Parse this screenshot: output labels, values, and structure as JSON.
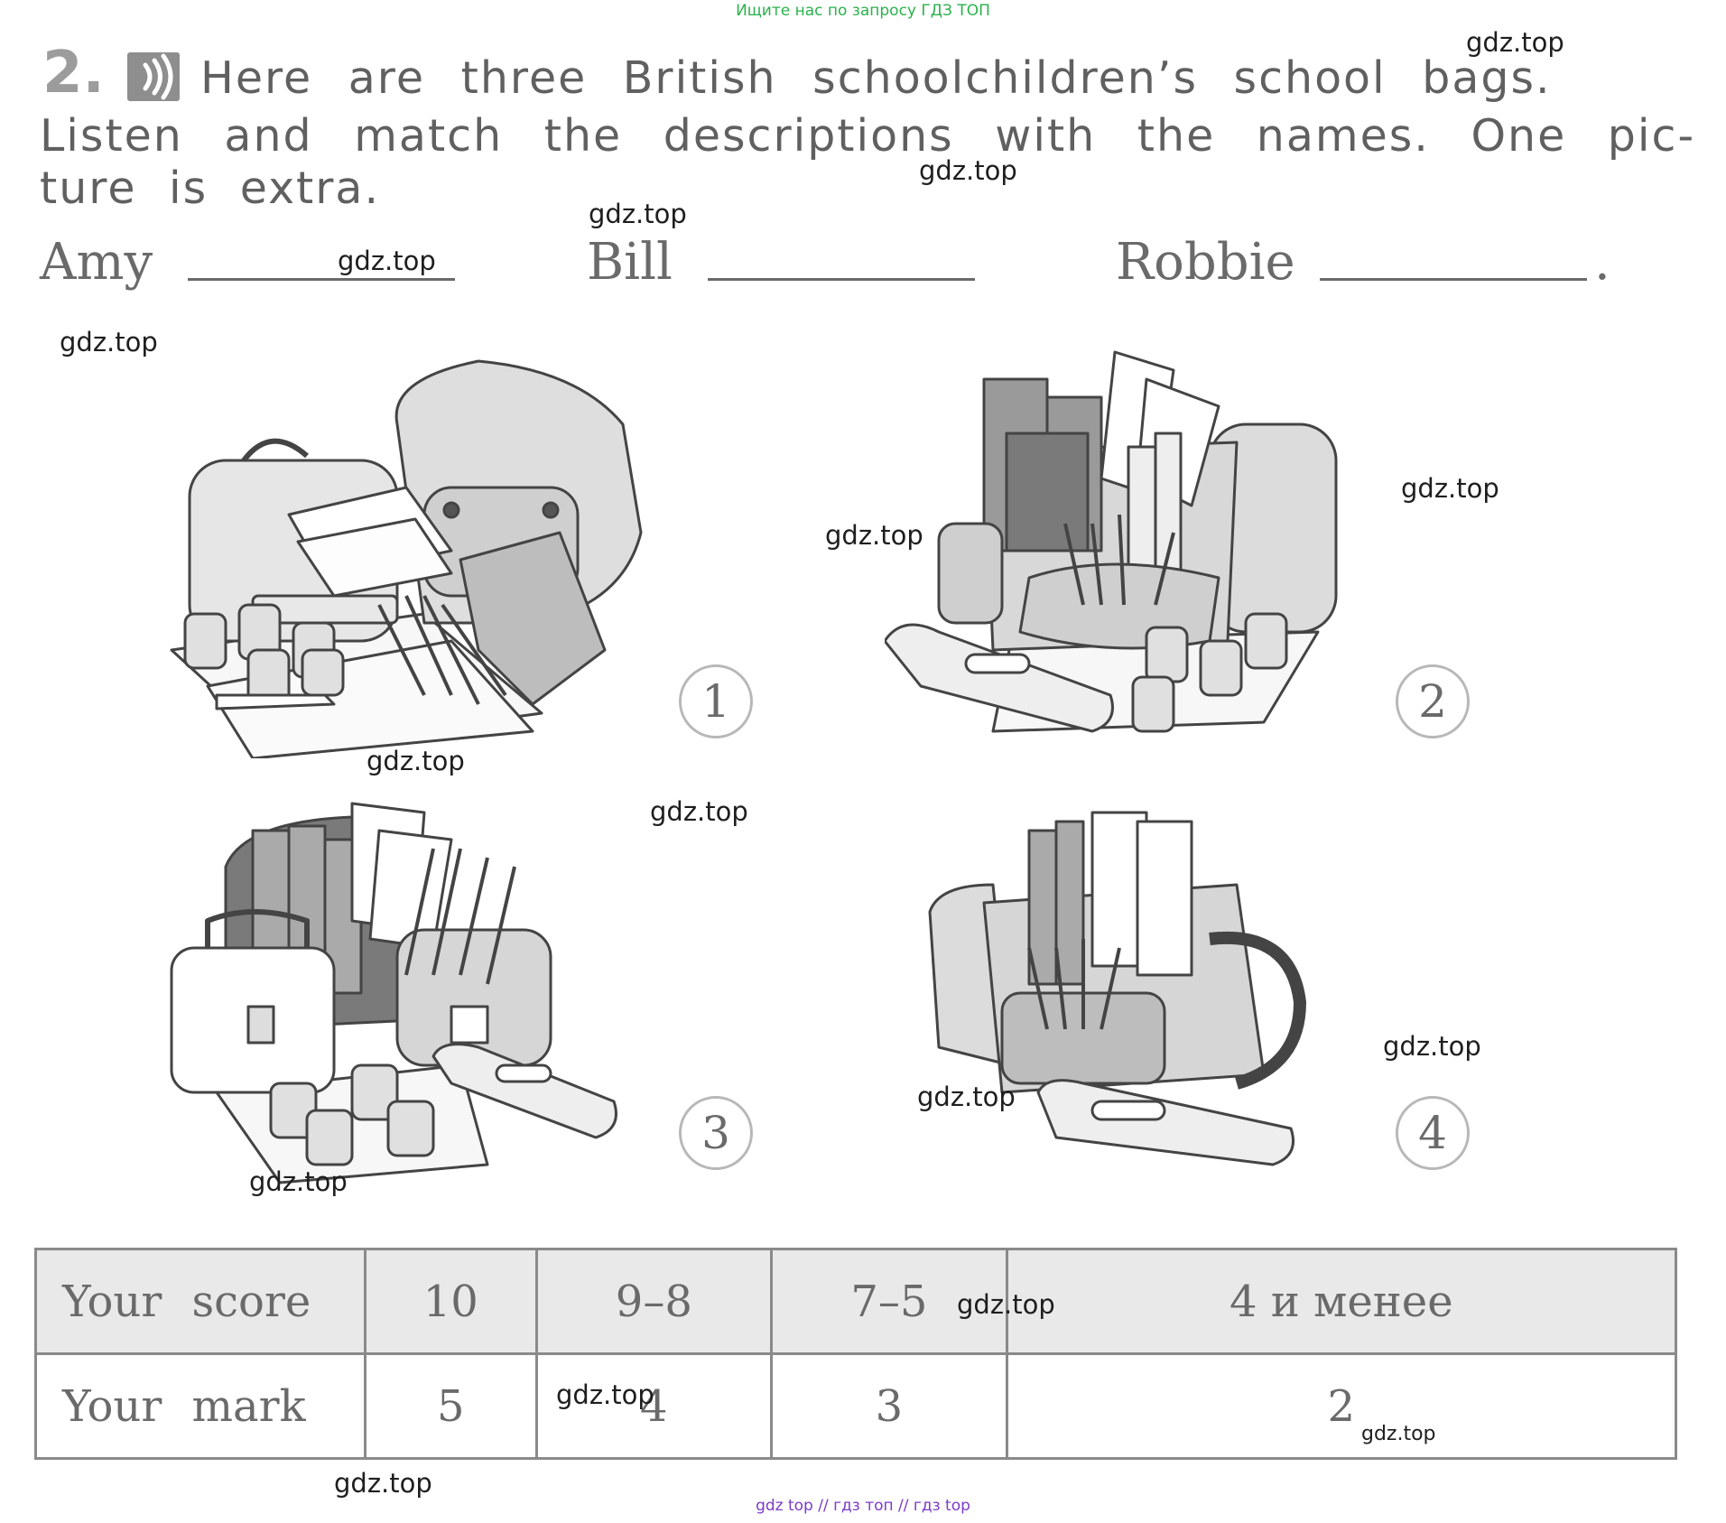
{
  "banners": {
    "top": "Ищите нас по запросу ГДЗ ТОП",
    "bottom": "gdz top  //  гдз топ  //  гдз top"
  },
  "exercise": {
    "number": "2.",
    "audio_icon": "audio-icon",
    "instruction_lines": [
      "Here are three British schoolchildren’s school bags.",
      "Listen and match the descriptions with the names. One pic-",
      "ture is extra."
    ]
  },
  "names": [
    {
      "label": "Amy",
      "answer": ""
    },
    {
      "label": "Bill",
      "answer": ""
    },
    {
      "label": "Robbie",
      "answer": "",
      "end": "."
    }
  ],
  "pictures": [
    {
      "number": "1",
      "description": "School bags with books, papers, paint pots, pencils and a pencil case"
    },
    {
      "number": "2",
      "description": "Open school bag with books, rulers, pencils, paint pots and a pencil case"
    },
    {
      "number": "3",
      "description": "School bag with books, rulers, a lunch box, paint pots and a pencil case"
    },
    {
      "number": "4",
      "description": "School bag with books, rulers, pencils and a pencil case"
    }
  ],
  "score_table": {
    "rows": [
      {
        "label": "Your score",
        "cells": [
          "10",
          "9–8",
          "7–5",
          "4 и менее"
        ]
      },
      {
        "label": "Your mark",
        "cells": [
          "5",
          "4",
          "3",
          "2"
        ]
      }
    ]
  },
  "watermarks": [
    "gdz.top"
  ]
}
